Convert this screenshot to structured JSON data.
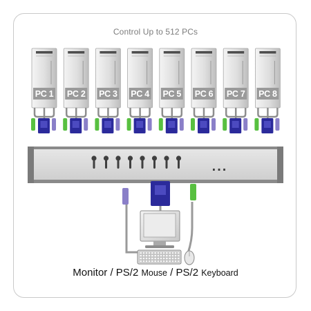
{
  "title": "Control Up to 512 PCs",
  "pcs": [
    {
      "label": "PC 1"
    },
    {
      "label": "PC 2"
    },
    {
      "label": "PC 3"
    },
    {
      "label": "PC 4"
    },
    {
      "label": "PC 5"
    },
    {
      "label": "PC 6"
    },
    {
      "label": "PC 7"
    },
    {
      "label": "PC 8"
    }
  ],
  "switch": {
    "ellipsis": "..."
  },
  "caption": {
    "monitor": "Monitor / PS/2 ",
    "mouse": "Mouse",
    "sep": " / PS/2 ",
    "keyboard": "Keyboard"
  },
  "colors": {
    "tower_body": "#dcdcdc",
    "tower_dark": "#9a9a9a",
    "vga_blue": "#2b2a9b",
    "ps2_purple": "#8a7fc8",
    "ps2_green": "#58c040",
    "switch_face": "#d6d6d6",
    "switch_frame": "#8a8a8a"
  }
}
